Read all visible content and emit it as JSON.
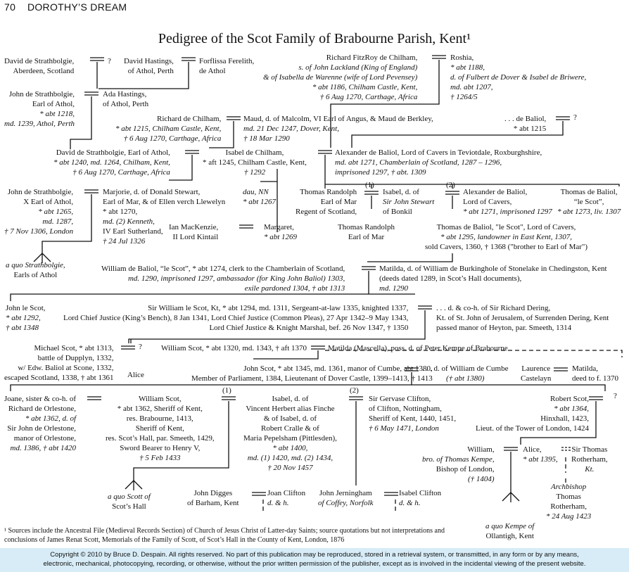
{
  "header": {
    "page_number": "70",
    "running_title": "DOROTHY’S DREAM"
  },
  "title": "Pedigree of the Scot Family of Brabourne Parish, Kent¹",
  "persons": {
    "david_strathbolgie_1": [
      "David de Strathbolgie,",
      "Aberdeen, Scotland"
    ],
    "unknown_q1": [
      "?"
    ],
    "david_hastings": [
      "David Hastings,",
      "of Athol, Perth"
    ],
    "forflissa": [
      "Forflissa Ferelith,",
      "de Athol"
    ],
    "richard_fitzroy": [
      "Richard FitzRoy de Chilham,",
      "s. of John Lackland (King of England)",
      "& of Isabella de Warenne (wife of Lord Pevensey)",
      "* abt 1186, Chilham Castle, Kent,",
      "† 6 Aug 1270, Carthage, Africa"
    ],
    "roshia": [
      "Roshia,",
      "* abt 1188,",
      "d. of Fulbert de Dover & Isabel de Briwere,",
      "md. abt 1207,",
      "† 1264/5"
    ],
    "john_strathbolgie_1": [
      "John de Strathbolgie,",
      "Earl of Athol,",
      "* abt 1218,",
      "md. 1239, Athol, Perth"
    ],
    "ada_hastings": [
      "Ada Hastings,",
      "of Athol, Perth"
    ],
    "richard_chilham": [
      "Richard de Chilham,",
      "* abt 1215, Chilham Castle, Kent,",
      "† 6 Aug 1270, Carthage, Africa"
    ],
    "maud": [
      "Maud, d. of Malcolm, VI Earl of Angus, & Maud de Berkley,",
      "md. 21 Dec 1247, Dover, Kent,",
      "† 18 Mar 1290"
    ],
    "de_baliol": [
      ". . . de Baliol,",
      "* abt 1215"
    ],
    "unknown_q2": [
      "?"
    ],
    "david_strathbolgie_2": [
      "David de Strathbolgie, Earl of Athol,",
      "* abt 1240, md. 1264, Chilham, Kent,",
      "† 6 Aug 1270, Carthage, Africa"
    ],
    "isabel_chilham": [
      "Isabel de Chilham,",
      "* aft 1245, Chilham Castle, Kent,",
      "† 1292"
    ],
    "alexander_baliol_1": [
      "Alexander de Baliol, Lord of Cavers in Teviotdale, Roxburghshire,",
      "md. abt 1271, Chamberlain of Scotland, 1287 – 1296,",
      "imprisoned 1297, † abt. 1309"
    ],
    "john_strathbolgie_2": [
      "John de Strathbolgie,",
      "X Earl of Athol,",
      "* abt 1265,",
      "md. 1287,",
      "† 7 Nov 1306, London"
    ],
    "marjorie": [
      "Marjorie, d. of Donald Stewart,",
      "Earl of Mar, & of Ellen verch Llewelyn",
      "* abt 1270,",
      "md. (2) Kenneth,",
      "IV Earl Sutherland,",
      "† 24 Jul 1326"
    ],
    "dau_nn": [
      "dau, NN",
      "* abt 1267"
    ],
    "thomas_randolph_1": [
      "Thomas Randolph",
      "Earl of Mar",
      "Regent of Scotland,"
    ],
    "isabel_stewart": [
      "Isabel, d. of",
      "Sir John Stewart",
      "of Bonkil"
    ],
    "alexander_baliol_2": [
      "Alexander de Baliol,",
      "Lord of Cavers,",
      "* abt 1271, imprisoned 1297"
    ],
    "thomas_baliol_1": [
      "Thomas de Baliol,",
      "“le Scot”,",
      "* abt 1273, liv. 1307"
    ],
    "ian_mackenzie": [
      "Ian MacKenzie,",
      "II Lord Kintail"
    ],
    "margaret": [
      "Margaret,",
      "* abt 1269"
    ],
    "thomas_randolph_2": [
      "Thomas Randolph",
      "Earl of Mar"
    ],
    "thomas_baliol_2": [
      "Thomas de Baliol, \"le Scot\", Lord of Cavers,",
      "* abt 1295, landowner in East Kent, 1307,",
      "sold Cavers, 1360, † 1368 (\"brother to Earl of Mar\")"
    ],
    "a_quo_strathbolgie": [
      "a quo Strathbolgie,",
      "Earls of Athol"
    ],
    "william_baliol": [
      "William de Baliol, “le Scot”, * abt 1274, clerk to the Chamberlain of Scotland,",
      "md. 1290, imprisoned 1297, ambassador (for King John Baliol) 1303,",
      "exile pardoned 1304, † abt 1313"
    ],
    "matilda_burkinghole": [
      "Matilda, d. of William de Burkinghole of Stonelake in Chedingston, Kent",
      "(deeds dated 1289, in Scot’s Hall documents),",
      "md. 1290"
    ],
    "john_le_scot": [
      "John le Scot,",
      "* abt 1292,",
      "† abt 1348"
    ],
    "sir_william_le_scot": [
      "Sir William le Scot, Kt, * abt 1294, md. 1311, Sergeant-at-law 1335, knighted 1337,",
      "Lord Chief Justice (King’s Bench), 8 Jan 1341, Lord Chief Justice (Common Pleas), 27 Apr 1342–9 May 1343,",
      "Lord Chief Justice & Knight Marshal, bef. 26 Nov 1347, † 1350"
    ],
    "dering": [
      ". . . d. & co-h. of Sir Richard Dering,",
      "Kt. of St. John of Jerusalem, of Surrenden Dering, Kent",
      "passed manor of Heyton, par. Smeeth, 1314"
    ],
    "michael_scot": [
      "Michael Scot, * abt 1313,",
      "battle of Dupplyn, 1332,",
      "w/ Edw. Baliol at Scone, 1332,",
      "escaped Scotland, 1338, † abt 1361"
    ],
    "unknown_q3": [
      "?"
    ],
    "alice_1": [
      "Alice"
    ],
    "william_scot_1": [
      "William Scot, * abt 1320, md. 1343, † aft 1370"
    ],
    "matilda_mascella": [
      "Matilda (Mascella), poss. d. of Peter Kempe of Brabourne"
    ],
    "john_scot": [
      "John Scot, * abt 1345, md. 1361, manor of Cumbe, abt 1380,",
      "Member of Parliament, 1384, Lieutenant of Dover Castle, 1399–1413, † 1413"
    ],
    "cumbe": [
      ". . . d. of William de Cumbe",
      "(† abt 1380)"
    ],
    "laurence": [
      "Laurence",
      "Castelayn"
    ],
    "matilda_3": [
      "Matilda,",
      "deed to f. 1370"
    ],
    "joane": [
      "Joane, sister & co-h. of",
      "Richard de Orlestone,",
      "* abt 1362, d. of",
      "Sir John de Orlestone,",
      "manor of Orlestone,",
      "md. 1386, † abt 1420"
    ],
    "william_scot_2": [
      "William Scot,",
      "* abt 1362, Sheriff of Kent,",
      "res. Brabourne, 1413,",
      "Sheriff of Kent,",
      "res. Scot’s Hall, par. Smeeth, 1429,",
      "Sword Bearer to Henry V,",
      "† 5 Feb 1433"
    ],
    "isabel_herbert": [
      "Isabel, d. of",
      "Vincent Herbert alias Finche",
      "& of Isabel, d. of",
      "Robert Cralle & of",
      "Maria Pepelsham (Pittlesden),",
      "* abt 1400,",
      "md. (1) 1420, md. (2) 1434,",
      "† 20 Nov 1457"
    ],
    "sir_gervase": [
      "Sir Gervase Clifton,",
      "of Clifton, Nottingham,",
      "Sheriff of Kent, 1440, 1451,",
      "† 6 May 1471, London"
    ],
    "robert_scot": [
      "Robert Scot,",
      "* abt 1364,",
      "Hinxhall, 1423,",
      "Lieut. of the Tower of London, 1424"
    ],
    "unknown_q4": [
      "?"
    ],
    "william_kempe": [
      "William,",
      "bro. of Thomas Kempe,",
      "Bishop of London,",
      "(† 1404)"
    ],
    "alice_2": [
      "Alice,",
      "* abt 1395,"
    ],
    "sir_thomas_rotherham": [
      "Sir Thomas",
      "Rotherham,",
      "Kt."
    ],
    "john_digges": [
      "John Digges",
      "of Barham, Kent"
    ],
    "joan_clifton": [
      "Joan Clifton",
      "d. & h."
    ],
    "john_jerningham": [
      "John Jerningham",
      "of Coffey, Norfolk"
    ],
    "isabel_clifton": [
      "Isabel Clifton",
      "d. & h."
    ],
    "a_quo_scott": [
      "a quo Scott of",
      "Scot’s Hall"
    ],
    "archbishop": [
      "Archbishop",
      "Thomas",
      "Rotherham,",
      "* 24 Aug 1423"
    ],
    "a_quo_kempe": [
      "a quo Kempe of",
      "Ollantigh, Kent"
    ]
  },
  "marriage_marks": {
    "m1": "(1)",
    "m2": "(2)",
    "m3": "(1)",
    "m4": "(2)"
  },
  "footnote": "¹ Sources include the Ancestral File (Medieval Records Section) of Church of Jesus Christ of Latter-day Saints; source quotations but not interpretations and conclusions of James Renat Scott, Memorials of the Family of Scott, of Scot’s Hall in the County of Kent, London, 1876",
  "copyright": [
    "Copyright © 2010 by Bruce D. Despain.  All rights reserved.  No part of this publication may be reproduced, stored in a retrieval system, or transmitted, in any form or by any means,",
    "electronic, mechanical, photocopying, recording, or otherwise, without the prior written permission of the publisher, except as is involved in the incidental viewing of the present website."
  ]
}
